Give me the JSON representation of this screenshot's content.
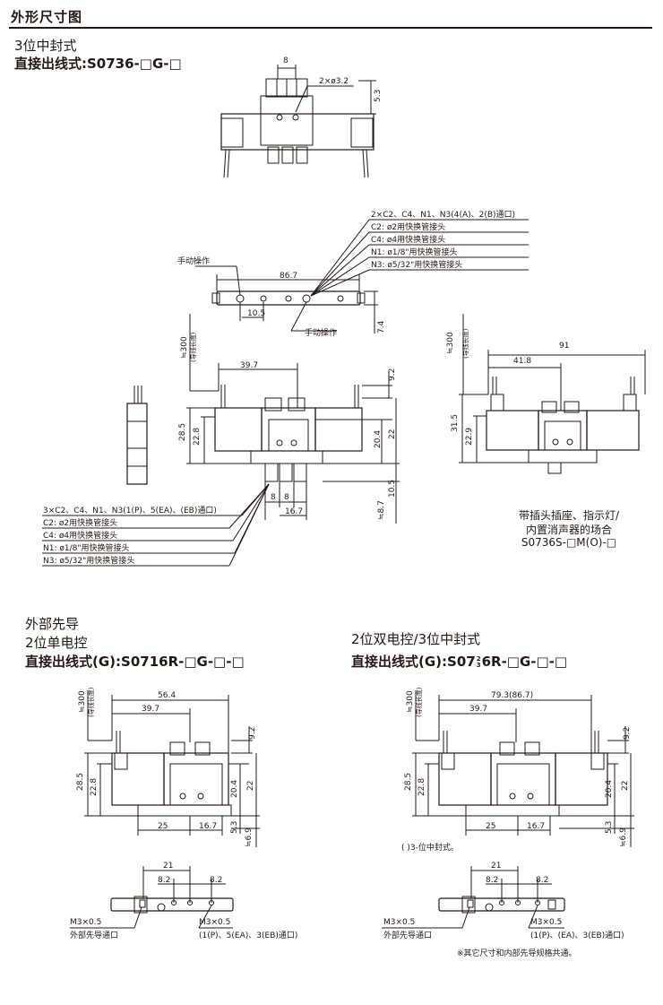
{
  "header": {
    "section_title": "外形尺寸图"
  },
  "block1": {
    "line1": "3位中封式",
    "line2": "直接出线式:S0736-□G-□"
  },
  "top_view": {
    "dim_8": "8",
    "dim_2x32": "2×ø3.2",
    "dim_53": "5.3"
  },
  "legend_top": {
    "l1": "2×C2、C4、N1、N3(4(A)、2(B)通口)",
    "l2": "C2: ø2用快换管接头",
    "l3": "C4: ø4用快换管接头",
    "l4": "N1: ø1/8\"用快换管接头",
    "l5": "N3: ø5/32\"用快换管接头"
  },
  "plan_view": {
    "manual1": "手动操作",
    "manual2": "手动操作",
    "dim_867": "86.7",
    "dim_105": "10.5",
    "dim_74": "7.4"
  },
  "main_front": {
    "lead": "≒300",
    "lead_note": "(导线长度)",
    "dim_397": "39.7",
    "dim_92": "9.2",
    "dim_285": "28.5",
    "dim_228": "22.8",
    "dim_204": "20.4",
    "dim_22": "22",
    "dim_105": "10.5",
    "dim_87": "≒8.7",
    "dim_8a": "8",
    "dim_8b": "8",
    "dim_167": "16.7"
  },
  "legend_bottom": {
    "l1": "3×C2、C4、N1、N3(1(P)、5(EA)、(EB)通口)",
    "l2": "C2: ø2用快换管接头",
    "l3": "C4: ø4用快换管接头",
    "l4": "N1: ø1/8\"用快换管接头",
    "l5": "N3: ø5/32\"用快换管接头"
  },
  "right_front": {
    "lead": "≒300",
    "lead_note": "(导线长度)",
    "dim_91": "91",
    "dim_418": "41.8",
    "dim_315": "31.5",
    "dim_229": "22.9"
  },
  "right_caption": {
    "c1": "带插头插座、指示灯/",
    "c2": "内置消声器的场合",
    "c3": "S0736S-□M(O)-□"
  },
  "block2": {
    "line1": "外部先导",
    "line2": "2位单电控",
    "line3": "直接出线式(G):S0716R-□G-□-□"
  },
  "block3": {
    "line1": "2位双电控/3位中封式",
    "line2": "直接出线式(G):S07",
    "frac_top": "2",
    "frac_bot": "3",
    "line2b": "6R-□G-□-□"
  },
  "left_lower": {
    "lead": "≒300",
    "lead_note": "(导线长度)",
    "dim_564": "56.4",
    "dim_397": "39.7",
    "dim_92": "9.2",
    "dim_285": "28.5",
    "dim_228": "22.8",
    "dim_204": "20.4",
    "dim_22": "22",
    "dim_25": "25",
    "dim_167": "16.7",
    "dim_53": "5.3",
    "dim_69": "≒6.9"
  },
  "right_lower": {
    "lead": "≒300",
    "lead_note": "(导线长度)",
    "dim_793": "79.3(86.7)",
    "dim_397": "39.7",
    "dim_92": "9.2",
    "dim_285": "28.5",
    "dim_228": "22.8",
    "dim_204": "20.4",
    "dim_22": "22",
    "dim_25": "25",
    "dim_167": "16.7",
    "dim_53": "5.3",
    "dim_69": "≒6.9",
    "note": "( )3-位中封式。"
  },
  "left_bottom_plan": {
    "dim_21": "21",
    "dim_82a": "8.2",
    "dim_82b": "8.2",
    "m3_left": "M3×0.5",
    "m3_left_note": "外部先导通口",
    "m3_right": "M3×0.5",
    "m3_right_note": "(1(P)、5(EA)、3(EB)通口)"
  },
  "right_bottom_plan": {
    "dim_21": "21",
    "dim_82a": "8.2",
    "dim_82b": "8.2",
    "m3_left": "M3×0.5",
    "m3_left_note": "外部先导通口",
    "m3_right": "M3×0.5",
    "m3_right_note": "(1(P)、(EA)、3(EB)通口)"
  },
  "footer": {
    "note": "※其它尺寸和内部先导规格共通。"
  }
}
